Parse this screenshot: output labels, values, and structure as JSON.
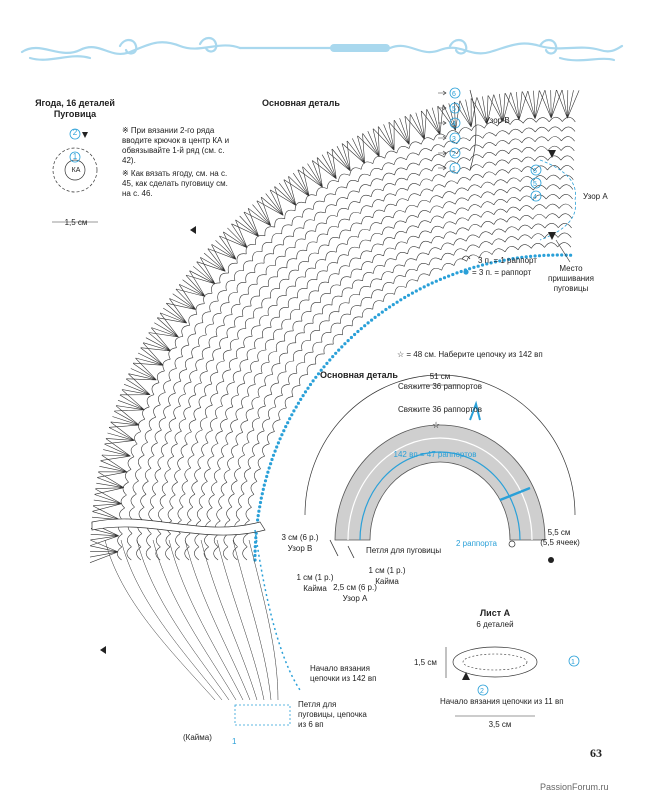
{
  "colors": {
    "accent": "#2aa0d8",
    "swirl": "#a9d8ee",
    "panel": "#cfcfcf",
    "ink": "#222222"
  },
  "icons": [
    "swirl-border",
    "down-arrow-icon",
    "left-arrow-icon",
    "star-icon",
    "dot-icon"
  ],
  "berry": {
    "title": "Ягода, 16 деталей",
    "subtitle": "Пуговица",
    "ka": "КА",
    "row1": "1",
    "row2": "2",
    "size": "1,5 см"
  },
  "notes": [
    "※ При вязании 2-го ряда вводите крючок в центр КА и обвязывайте 1-й ряд (см. с. 42).",
    "※ Как вязать ягоду, см. на с. 45, как сделать пуговицу см. на  с. 46."
  ],
  "main_part": {
    "title": "Основная деталь",
    "pattern_b": "Узор B",
    "pattern_a": "Узор A",
    "rows": [
      "6",
      "5",
      "4",
      "3",
      "2",
      "1"
    ],
    "legend_chain": "3 п. = 1 раппорт",
    "legend_dot": "= 3 п. = раппорт",
    "button_place": "Место пришивания пуговицы",
    "start": "Начало вязания цепочки из 142 вп",
    "button_loop": "Петля для пуговицы, цепочка из 6 вп",
    "kaima": "(Кайма)",
    "kaima_row": "1"
  },
  "schematic": {
    "star_note": "☆ = 48 см. Наберите цепочку из 142 вп",
    "title": "Основная деталь",
    "outer_size": "51 см",
    "outer_rapp": "Свяжите 36 раппортов",
    "inner_rapp": "Свяжите 36 раппортов",
    "chain": "142 вп = 47 раппортов",
    "left_b": "3 см (6 р.)",
    "left_b2": "Узор B",
    "loop": "Петля для пуговицы",
    "kaima1": "1 см (1 р.)",
    "kaima1b": "Кайма",
    "kaima2": "1 см (1 р.)",
    "kaima2b": "Кайма",
    "pat_a": "2,5 см (6 р.)",
    "pat_a2": "Узор A",
    "two_rapp": "2 раппорта",
    "right": "5,5 см",
    "right2": "(5,5 ячеек)"
  },
  "leaf": {
    "title": "Лист A",
    "count": "6 деталей",
    "height": "1,5 см",
    "width": "3,5 см",
    "row1": "1",
    "row2": "2",
    "start": "Начало вязания цепочки из 11 вп"
  },
  "page_number": "63",
  "watermark": "PassionForum.ru"
}
